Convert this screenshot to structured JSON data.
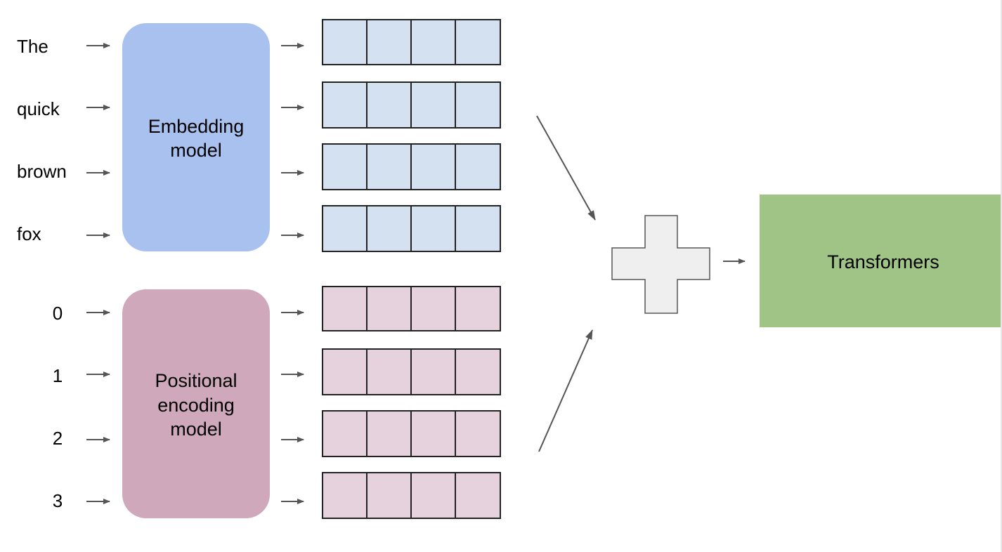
{
  "tokens": [
    "The",
    "quick",
    "brown",
    "fox"
  ],
  "positions": [
    "0",
    "1",
    "2",
    "3"
  ],
  "embedding_model": {
    "line1": "Embedding",
    "line2": "model",
    "color": "#a9c1ef"
  },
  "positional_model": {
    "line1": "Positional",
    "line2": "encoding",
    "line3": "model",
    "color": "#cfa8bc"
  },
  "transformers": {
    "label": "Transformers",
    "color": "#9fc485"
  },
  "embedding_vector_color": "#d4e1f1",
  "positional_vector_color": "#e6d2dc",
  "plus_icon_color": "#efefef"
}
